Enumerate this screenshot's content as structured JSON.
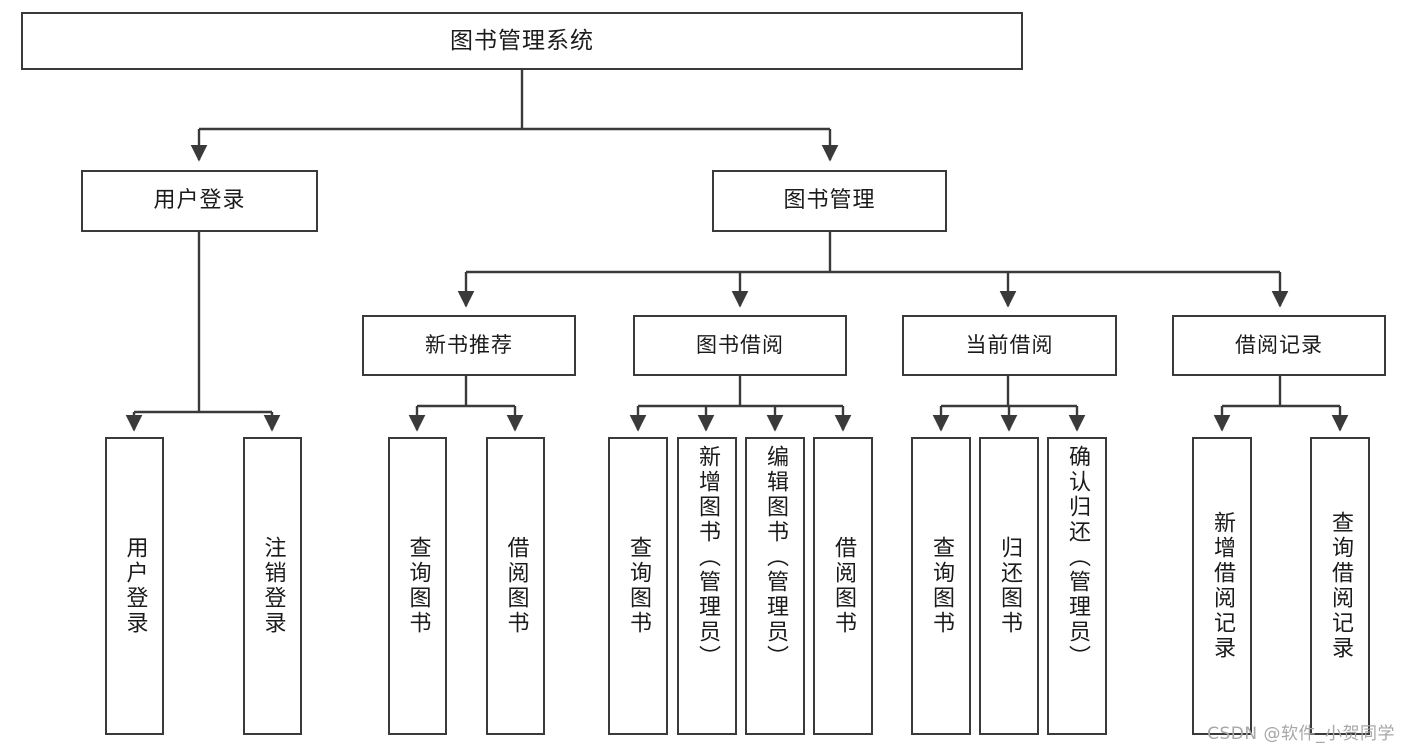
{
  "diagram": {
    "title": "图书管理系统",
    "type": "tree-hierarchy",
    "watermark": "CSDN @软件_小贺同学",
    "colors": {
      "stroke": "#3a3a3a",
      "fill": "#ffffff",
      "text": "#1b1b1b",
      "watermark": "#a7a7a7"
    },
    "root": {
      "label": "图书管理系统"
    },
    "level2": [
      {
        "label": "用户登录"
      },
      {
        "label": "图书管理"
      }
    ],
    "level3": [
      {
        "label": "新书推荐"
      },
      {
        "label": "图书借阅"
      },
      {
        "label": "当前借阅"
      },
      {
        "label": "借阅记录"
      }
    ],
    "leaves": {
      "user_login": [
        {
          "label": "用户登录"
        },
        {
          "label": "注销登录"
        }
      ],
      "new_book_recommend": [
        {
          "label": "查询图书"
        },
        {
          "label": "借阅图书"
        }
      ],
      "book_borrow": [
        {
          "label": "查询图书"
        },
        {
          "label": "新增图书（管理员）"
        },
        {
          "label": "编辑图书（管理员）"
        },
        {
          "label": "借阅图书"
        }
      ],
      "current_borrow": [
        {
          "label": "查询图书"
        },
        {
          "label": "归还图书"
        },
        {
          "label": "确认归还（管理员）"
        }
      ],
      "borrow_record": [
        {
          "label": "新增借阅记录"
        },
        {
          "label": "查询借阅记录"
        }
      ]
    }
  }
}
